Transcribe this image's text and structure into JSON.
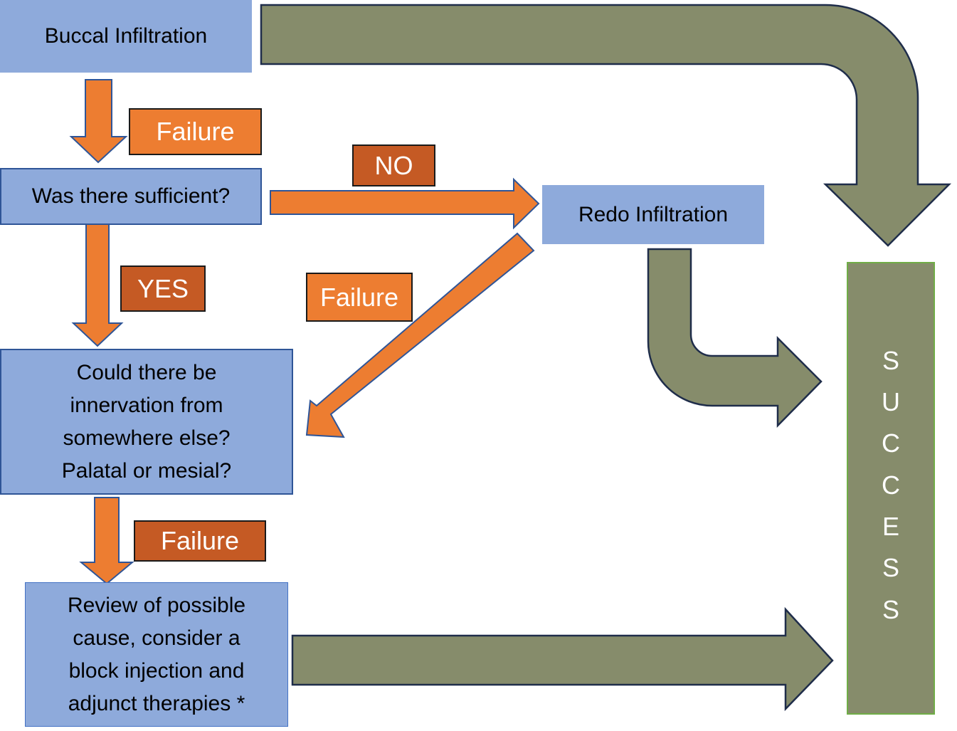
{
  "colors": {
    "node_fill": "#8eaadb",
    "node_border": "#2f5597",
    "failure_arrow": "#ed7d31",
    "success_arrow": "#868c6b",
    "label_dark": "#c55a24"
  },
  "nodes": {
    "buccal": "Buccal Infiltration",
    "sufficient": "Was there sufficient?",
    "redo": "Redo Infiltration",
    "innervation": [
      "Could there be",
      "innervation from",
      "somewhere else?",
      "Palatal or mesial?"
    ],
    "review": [
      "Review of possible",
      "cause, consider a",
      "block injection and",
      "adjunct therapies *"
    ]
  },
  "labels": {
    "failure_1": "Failure",
    "no": "NO",
    "yes": "YES",
    "failure_2": "Failure",
    "failure_3": "Failure"
  },
  "success": {
    "letters": [
      "S",
      "U",
      "C",
      "C",
      "E",
      "S",
      "S"
    ]
  }
}
